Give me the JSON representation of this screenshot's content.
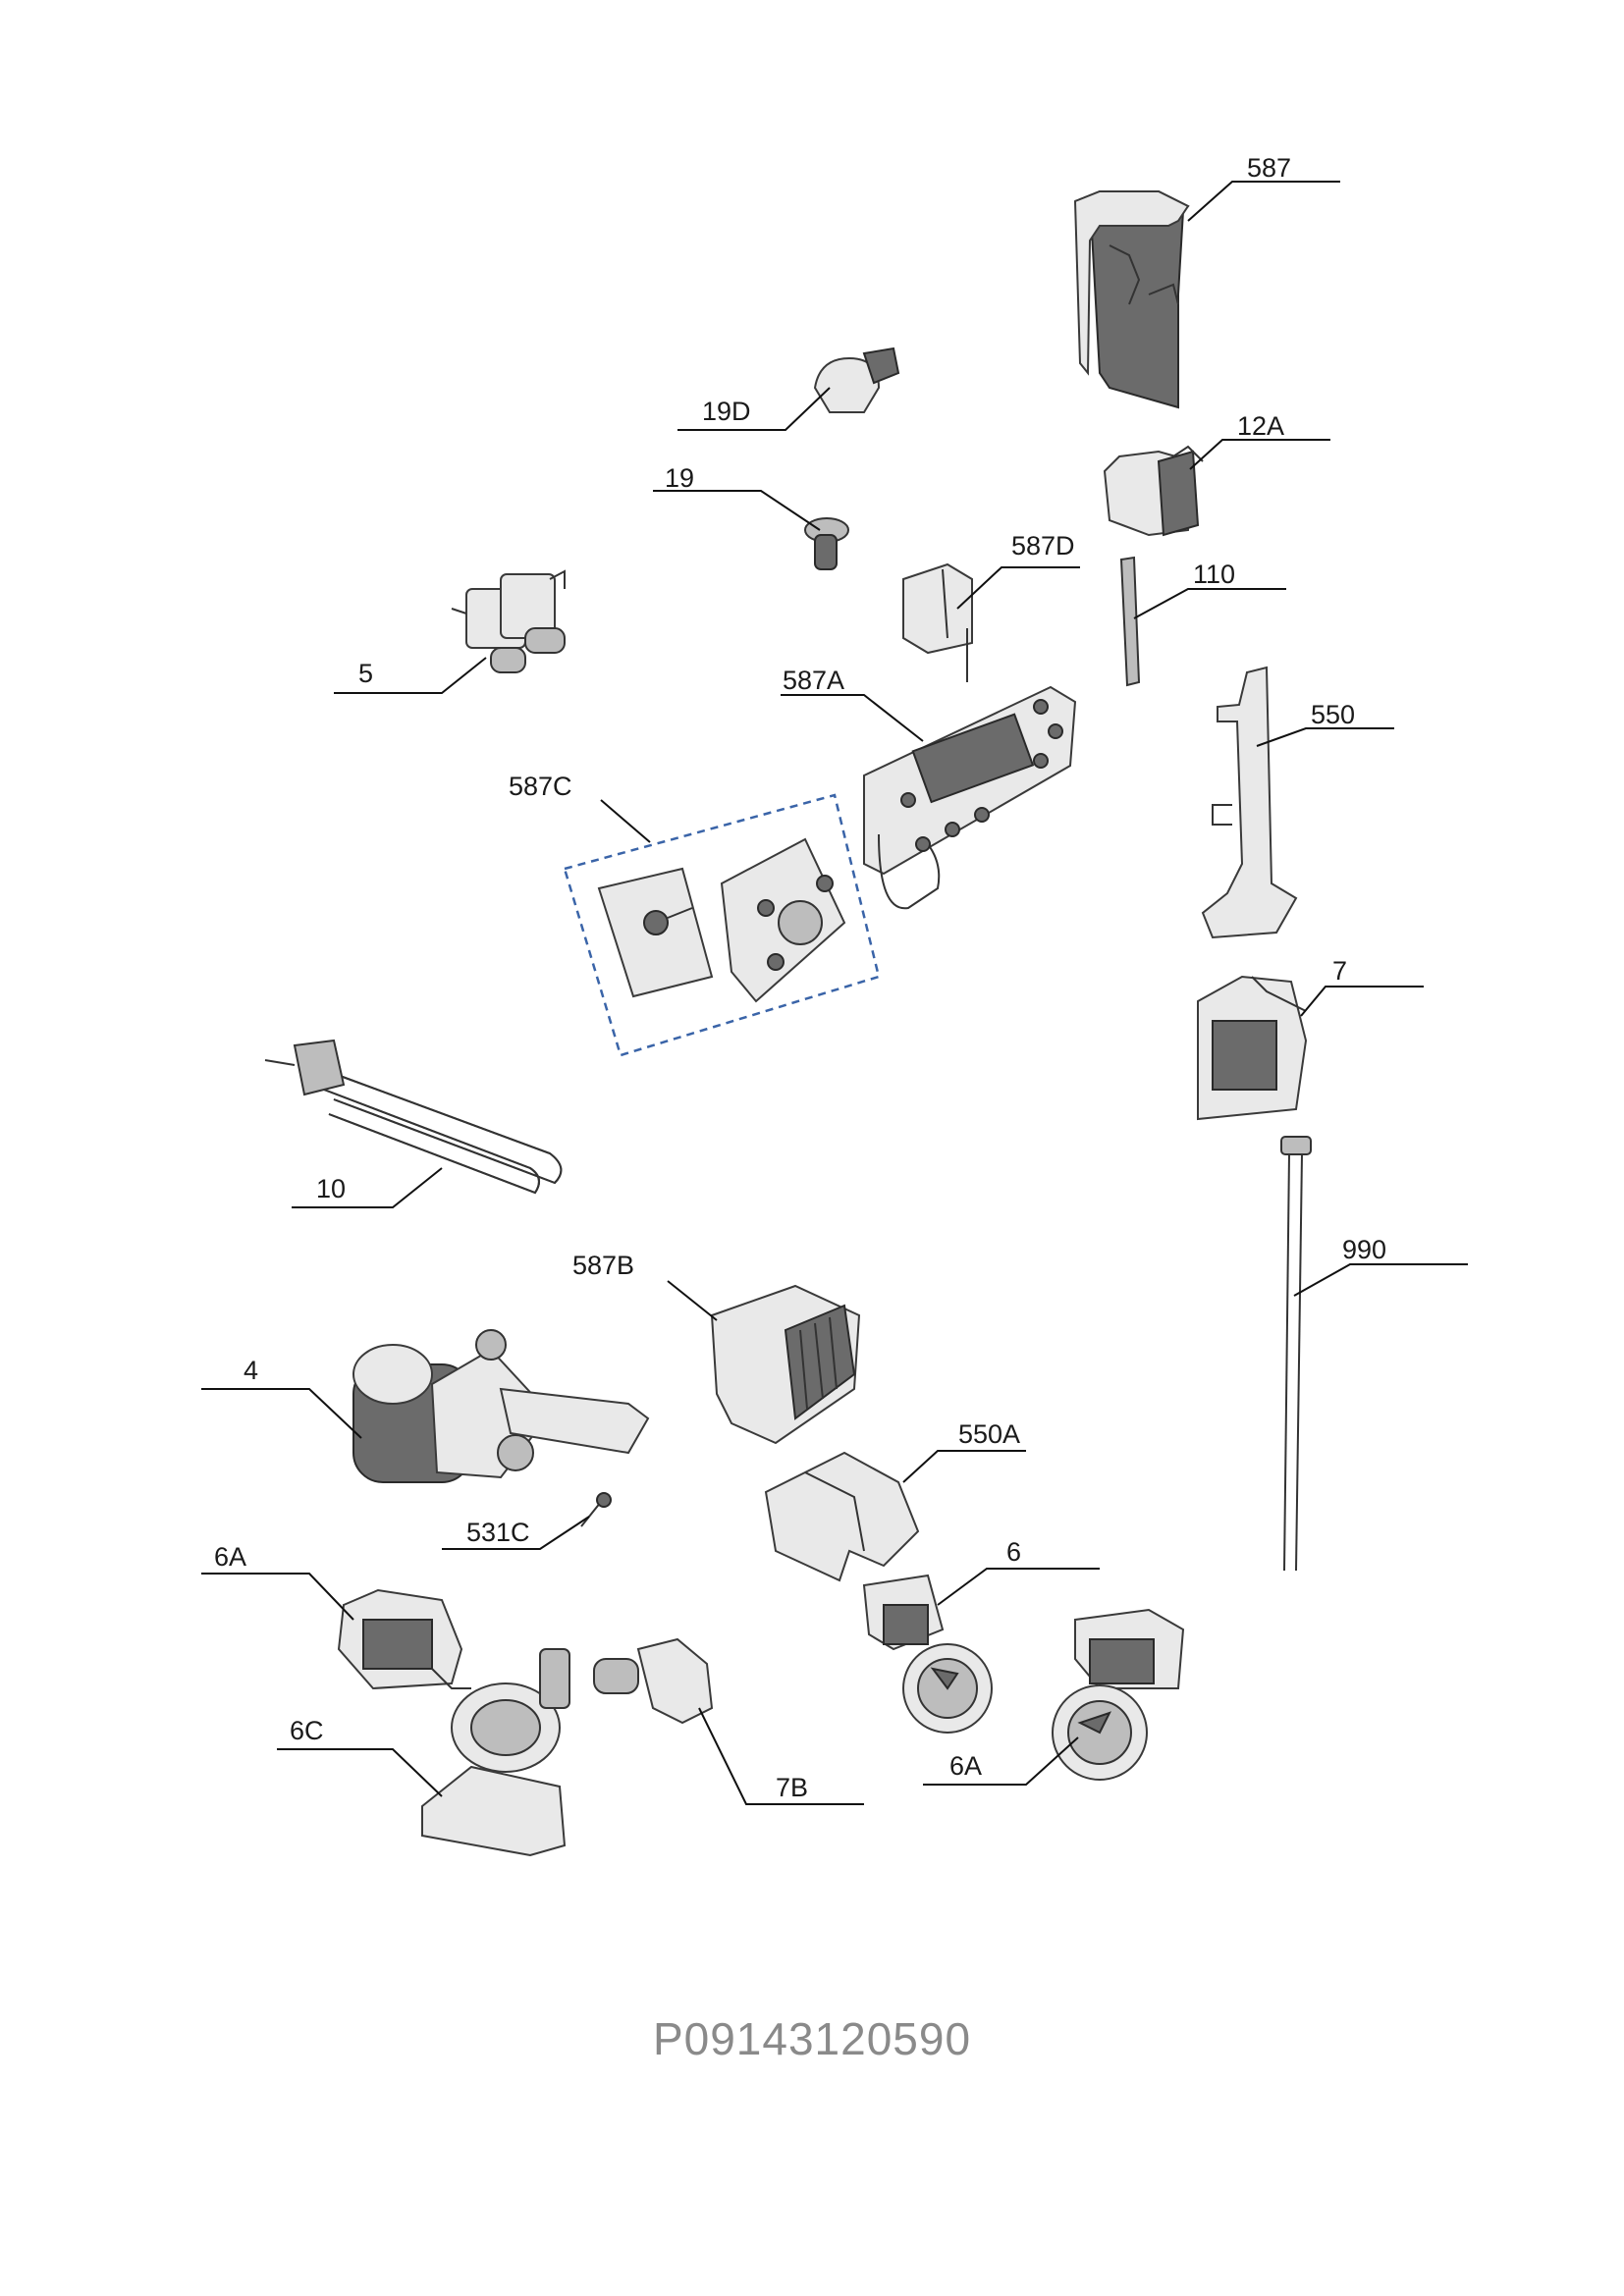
{
  "reference_code": "P09143120590",
  "parts": [
    {
      "key": "587",
      "label": "587",
      "depicts": "dispenser-drawer"
    },
    {
      "key": "12A",
      "label": "12A",
      "depicts": "door-lock-module"
    },
    {
      "key": "110",
      "label": "110",
      "depicts": "rod"
    },
    {
      "key": "19D",
      "label": "19D",
      "depicts": "clip"
    },
    {
      "key": "19",
      "label": "19",
      "depicts": "push-button"
    },
    {
      "key": "587D",
      "label": "587D",
      "depicts": "circuit-board"
    },
    {
      "key": "5",
      "label": "5",
      "depicts": "inlet-valve"
    },
    {
      "key": "587A",
      "label": "587A",
      "depicts": "control-board"
    },
    {
      "key": "550",
      "label": "550",
      "depicts": "bracket"
    },
    {
      "key": "587C",
      "label": "587C",
      "depicts": "selector-board"
    },
    {
      "key": "7",
      "label": "7",
      "depicts": "door-interlock"
    },
    {
      "key": "10",
      "label": "10",
      "depicts": "heating-element"
    },
    {
      "key": "990",
      "label": "990",
      "depicts": "cable-harness"
    },
    {
      "key": "587B",
      "label": "587B",
      "depicts": "motor-control-module"
    },
    {
      "key": "4",
      "label": "4",
      "depicts": "motor"
    },
    {
      "key": "550A",
      "label": "550A",
      "depicts": "cover"
    },
    {
      "key": "531C",
      "label": "531C",
      "depicts": "screw"
    },
    {
      "key": "6",
      "label": "6",
      "depicts": "drain-pump"
    },
    {
      "key": "6A_left",
      "label": "6A",
      "depicts": "pump-motor"
    },
    {
      "key": "6C",
      "label": "6C",
      "depicts": "pump-housing"
    },
    {
      "key": "7B",
      "label": "7B",
      "depicts": "sensor"
    },
    {
      "key": "6A_right",
      "label": "6A",
      "depicts": "drain-pump"
    }
  ]
}
